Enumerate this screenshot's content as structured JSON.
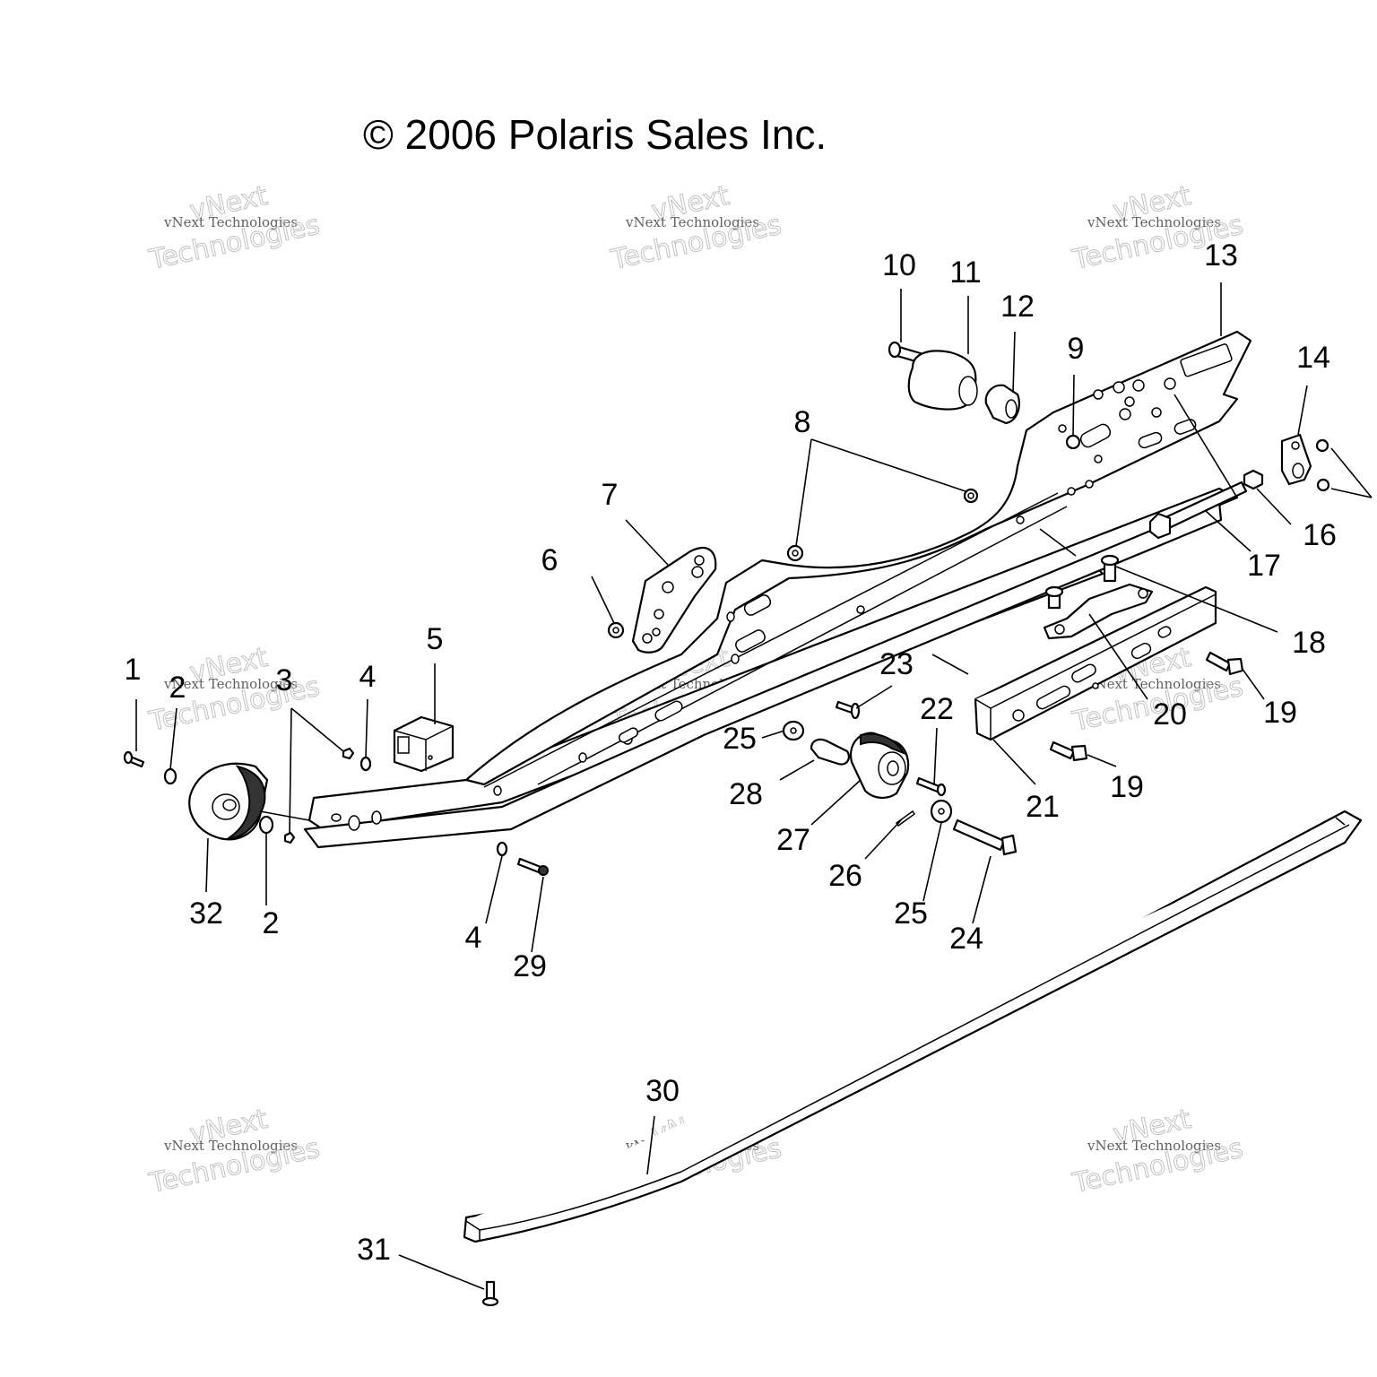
{
  "copyright": "© 2006 Polaris Sales Inc.",
  "watermark": {
    "line1": "vNext",
    "line2": "vNext Technologies",
    "line3": "Technologies"
  },
  "callouts": {
    "n1": "1",
    "n2a": "2",
    "n2b": "2",
    "n3": "3",
    "n4a": "4",
    "n4b": "4",
    "n5": "5",
    "n6": "6",
    "n7": "7",
    "n8": "8",
    "n9": "9",
    "n10": "10",
    "n11": "11",
    "n12": "12",
    "n13": "13",
    "n14": "14",
    "n16": "16",
    "n17": "17",
    "n18": "18",
    "n19a": "19",
    "n19b": "19",
    "n20": "20",
    "n21": "21",
    "n22": "22",
    "n23": "23",
    "n24": "24",
    "n25a": "25",
    "n25b": "25",
    "n26": "26",
    "n27": "27",
    "n28": "28",
    "n29": "29",
    "n30": "30",
    "n31": "31",
    "n32": "32"
  }
}
